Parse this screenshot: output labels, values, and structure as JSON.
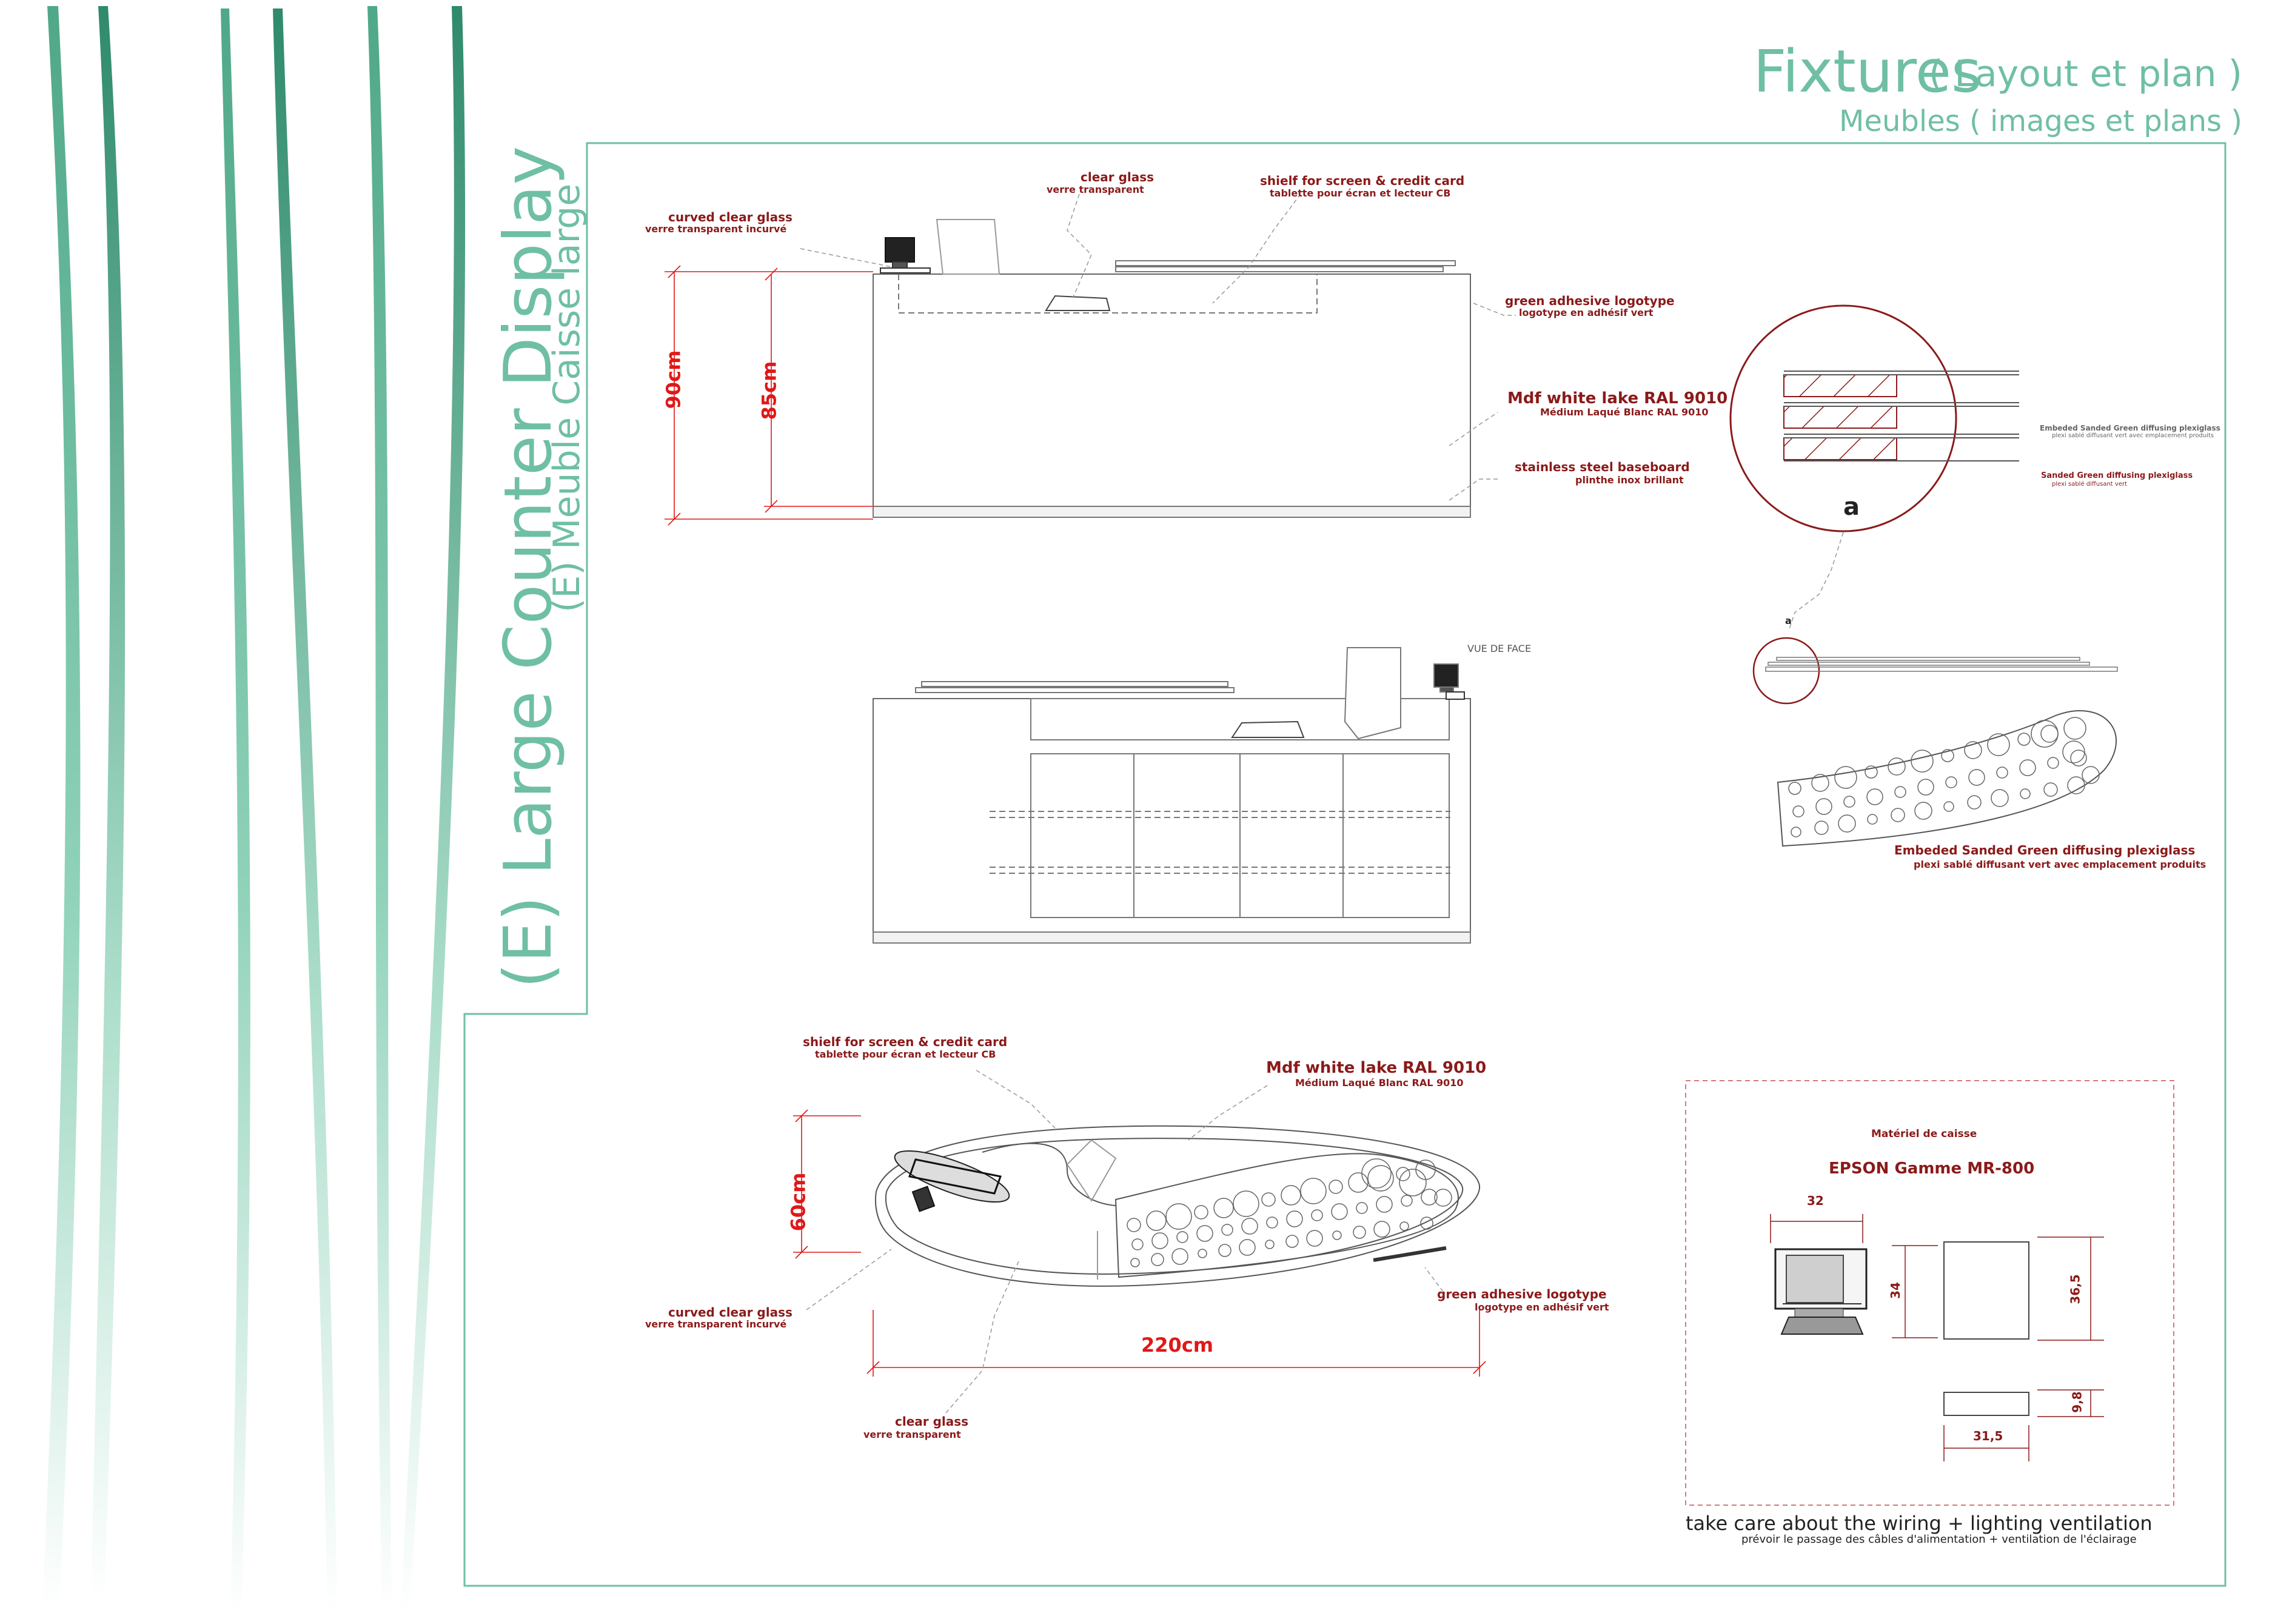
{
  "header": {
    "title": "Fixtures",
    "title_suffix": "( Layout et plan )",
    "subtitle": "Meubles ( images et plans )"
  },
  "panel": {
    "title_en": "(E) Large Counter Display",
    "title_fr": "(E) Meuble Caisse large"
  },
  "side_view": {
    "dim_total": "90cm",
    "dim_body": "85cm",
    "callouts": {
      "curved_glass_en": "curved clear glass",
      "curved_glass_fr": "verre transparent  incurvé",
      "clear_glass_en": "clear glass",
      "clear_glass_fr": "verre transparent",
      "shelf_en": "shielf for screen & credit card",
      "shelf_fr": "tablette pour écran et lecteur CB",
      "logo_en": "green adhesive logotype",
      "logo_fr": "logotype en adhésif vert",
      "mdf_en": "Mdf white lake RAL  9010",
      "mdf_fr": "Médium Laqué Blanc RAL  9010",
      "baseboard_en": "stainless steel baseboard",
      "baseboard_fr": "plinthe inox brillant"
    }
  },
  "front_view": {
    "label": "VUE DE FACE"
  },
  "detail": {
    "marker": "a",
    "small_marker": "a",
    "line1_en": "Embeded Sanded Green diffusing plexiglass",
    "line1_fr": "plexi sablé diffusant vert avec emplacement produits",
    "line2_en": "Sanded Green diffusing plexiglass",
    "line2_fr": "plexi sablé diffusant vert"
  },
  "plexi_panel": {
    "label_en": "Embeded Sanded Green diffusing plexiglass",
    "label_fr": "plexi sablé diffusant vert avec emplacement produits"
  },
  "plan_view": {
    "dim_depth": "60cm",
    "dim_width": "220cm",
    "callouts": {
      "shelf_en": "shielf for screen & credit card",
      "shelf_fr": "tablette pour écran et lecteur CB",
      "mdf_en": "Mdf white lake RAL  9010",
      "mdf_fr": "Médium Laqué Blanc RAL  9010",
      "curved_glass_en": "curved clear glass",
      "curved_glass_fr": "verre transparent  incurvé",
      "logo_en": "green adhesive logotype",
      "logo_fr": "logotype en adhésif vert",
      "clear_glass_en": "clear glass",
      "clear_glass_fr": "verre transparent"
    }
  },
  "equipment": {
    "heading": "Matériel de caisse",
    "model": "EPSON Gamme MR-800",
    "dim_top": "32",
    "dim_left": "34",
    "dim_right": "36,5",
    "dim_small": "9,8",
    "dim_bottom": "31,5"
  },
  "footer": {
    "note_en": "take care about the wiring + lighting ventilation",
    "note_fr": "prévoir le passage des câbles d'alimentation + ventilation de l'éclairage"
  },
  "colors": {
    "accent_green": "#6fbfa4",
    "dark_red": "#8b1a1a",
    "dimension_red": "#e01818",
    "line_grey": "#888888"
  }
}
